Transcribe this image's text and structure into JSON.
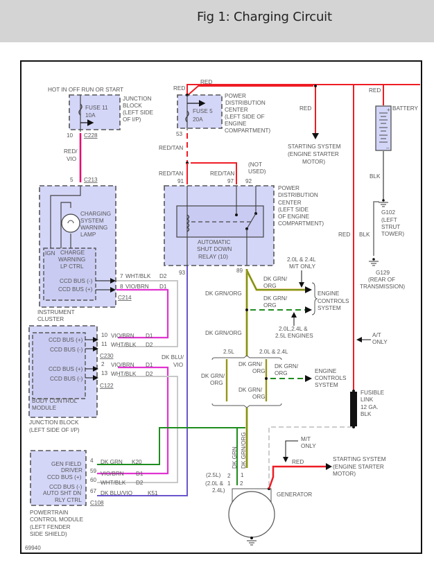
{
  "header": {
    "title": "Fig 1: Charging Circuit"
  },
  "figure_id": "69940",
  "colors": {
    "red": "#ee1c24",
    "red_vio": "#e5006e",
    "vio_brn": "#e033d0",
    "wht_blk": "#c8c8c8",
    "dk_blu_vio": "#6a55cc",
    "dk_grn": "#1e8c1e",
    "dk_grn_org": "#4f9a1a",
    "org": "#e39b2b",
    "blk": "#888888",
    "module_fill": "#d4d6f8"
  },
  "junction_block_fuse": {
    "hot_label": "HOT IN OFF RUN OR START",
    "fuse_name": "FUSE 11",
    "fuse_rating": "10A",
    "location_lines": [
      "JUNCTION",
      "BLOCK",
      "(LEFT SIDE",
      "OF I/P)"
    ],
    "pin_top": "10",
    "connector_top": "C228",
    "wire_color_lines": [
      "RED/",
      "VIO"
    ],
    "pin_bottom": "5",
    "connector_bottom": "C213"
  },
  "pdc_fuse": {
    "wire_in_labels": [
      "RED",
      "RED"
    ],
    "fuse_name": "FUSE 5",
    "fuse_rating": "20A",
    "location_lines": [
      "POWER",
      "DISTRIBUTION",
      "CENTER",
      "(LEFT SIDE OF",
      "ENGINE",
      "COMPARTMENT)"
    ],
    "pin_out": "53",
    "wire_out": "RED/TAN"
  },
  "starting_system_top": {
    "wire": "RED",
    "lines": [
      "STARTING SYSTEM",
      "(ENGINE STARTER",
      "MOTOR)"
    ]
  },
  "battery": {
    "label": "BATTERY",
    "wire_top": "RED",
    "wire_bottom": "BLK",
    "plus": "+",
    "minus": "–"
  },
  "grounds": {
    "g102_lines": [
      "G102",
      "(LEFT",
      "STRUT",
      "TOWER)"
    ],
    "g129_lines": [
      "G129",
      "(REAR OF",
      "TRANSMISSION)"
    ],
    "wire_blk": "BLK",
    "wire_red": "RED"
  },
  "asd_relay": {
    "pin_labels": {
      "p91": "91",
      "p97": "97",
      "p92": "92",
      "p93": "93",
      "p89": "89"
    },
    "wire_91": "RED/TAN",
    "wire_97": "RED/TAN",
    "not_used_lines": [
      "(NOT",
      "USED)"
    ],
    "relay_name_lines": [
      "AUTOMATIC",
      "SHUT DOWN",
      "RELAY   (10)"
    ],
    "location_lines": [
      "POWER",
      "DISTRIBUTION",
      "CENTER",
      "(LEFT SIDE",
      "OF ENGINE",
      "COMPARTMENT)"
    ]
  },
  "instrument_cluster": {
    "lamp_lines": [
      "CHARGING",
      "SYSTEM",
      "WARNING",
      "LAMP"
    ],
    "ign": "IGN",
    "ctrl_lines": [
      "CHARGE",
      "WARNING",
      "LP CTRL"
    ],
    "ccd_minus": "CCD BUS (-)",
    "ccd_plus": "CCD BUS (+)",
    "pins": [
      {
        "pin": "7",
        "wire": "WHT/BLK",
        "circuit": "D2"
      },
      {
        "pin": "8",
        "wire": "VIO/BRN",
        "circuit": "D1"
      }
    ],
    "connector": "C214",
    "name_lines": [
      "INSTRUMENT",
      "CLUSTER"
    ]
  },
  "body_control_module": {
    "ccd_plus": "CCD BUS (+)",
    "ccd_minus": "CCD BUS (-)",
    "pins_c230": [
      {
        "pin": "10",
        "wire": "VIO/BRN",
        "circuit": "D1"
      },
      {
        "pin": "11",
        "wire": "WHT/BLK",
        "circuit": "D2"
      }
    ],
    "connector_1": "C230",
    "pins_c122": [
      {
        "pin": "2",
        "wire": "VIO/BRN",
        "circuit": "D1"
      },
      {
        "pin": "13",
        "wire": "WHT/BLK",
        "circuit": "D2"
      }
    ],
    "connector_2": "C122",
    "name_lines": [
      "BODY CONTROL",
      "MODULE"
    ],
    "junction_lines": [
      "JUNCTION BLOCK",
      "(LEFT SIDE OF I/P)"
    ],
    "dk_blu_vio_lines": [
      "DK BLU/",
      "VIO"
    ]
  },
  "engine_controls": {
    "mt_only_lines": [
      "2.0L & 2.4L",
      "M/T ONLY"
    ],
    "wire_a_lines": [
      "DK GRN/",
      "ORG"
    ],
    "wire_b_lines": [
      "DK GRN/",
      "ORG"
    ],
    "system_lines": [
      "ENGINE",
      "CONTROLS",
      "SYSTEM"
    ],
    "engines_lines": [
      "2.0L,2.4L &",
      "2.5L ENGINES"
    ],
    "main_wire_1": "DK GRN/ORG",
    "main_wire_2": "DK GRN/ORG",
    "at_only_lines": [
      "A/T",
      "ONLY"
    ]
  },
  "engine_split": {
    "left_label": "2.5L",
    "right_label": "2.0L & 2.4L",
    "left_wire_lines": [
      "DK GRN/",
      "ORG"
    ],
    "right_upper_lines": [
      "DK GRN/",
      "ORG"
    ],
    "right_lower_lines": [
      "DK GRN/",
      "ORG"
    ],
    "branch_wire_lines": [
      "DK GRN/",
      "ORG"
    ],
    "system_lines": [
      "ENGINE",
      "CONTROLS",
      "SYSTEM"
    ]
  },
  "fusible_link": {
    "lines": [
      "FUSIBLE",
      "LINK",
      "12 GA.",
      "BLK"
    ]
  },
  "pcm": {
    "pin_labels_lines": [
      "GEN FIELD",
      "DRIVER",
      "CCD BUS (+)",
      "CCD BUS (-)",
      "AUTO SHT DN",
      "RLY CTRL"
    ],
    "pins": [
      {
        "pin": "4",
        "wire": "DK GRN",
        "circuit": "K20"
      },
      {
        "pin": "59",
        "wire": "VIO/BRN",
        "circuit": "D1"
      },
      {
        "pin": "60",
        "wire": "WHT/BLK",
        "circuit": "D2"
      },
      {
        "pin": "67",
        "wire": "DK BLU/VIO",
        "circuit": "K51"
      }
    ],
    "connector": "C108",
    "name_lines": [
      "POWERTRAIN",
      "CONTROL MODULE",
      "(LEFT FENDER",
      "SIDE SHIELD)"
    ]
  },
  "generator": {
    "label": "GENERATOR",
    "wire_dk_grn": "DK GRN",
    "wire_dk_grn_org": "DK GRN/ORG",
    "variant_25": "(2.5L)",
    "variant_2024_lines": [
      "(2.0L &",
      "2.4L)"
    ],
    "pins_25": [
      "2",
      "1"
    ],
    "pins_2024": [
      "1",
      "2"
    ],
    "mt_only_lines": [
      "M/T",
      "ONLY"
    ],
    "out_wire": "RED",
    "starting_lines": [
      "STARTING SYSTEM",
      "(ENGINE STARTER",
      "MOTOR)"
    ]
  }
}
